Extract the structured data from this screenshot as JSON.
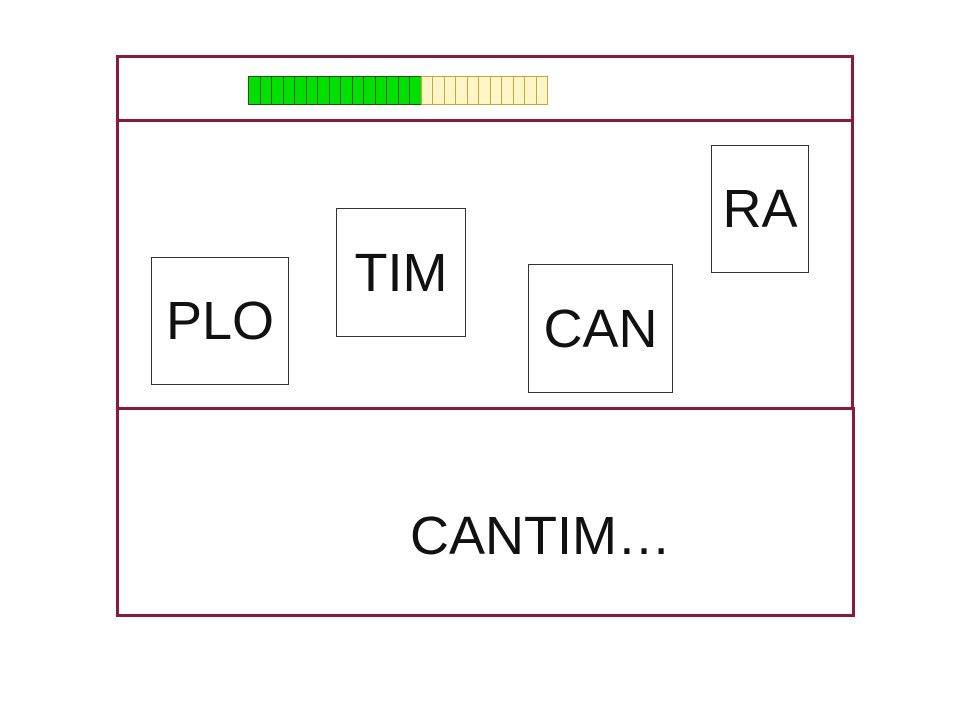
{
  "progress": {
    "filled": 15,
    "total": 26,
    "fraction": 0.577,
    "colors": {
      "filled": "#00e000",
      "empty": "#fff6c8"
    }
  },
  "tiles": [
    {
      "id": "plo",
      "label": "PLO"
    },
    {
      "id": "tim",
      "label": "TIM"
    },
    {
      "id": "can",
      "label": "CAN"
    },
    {
      "id": "ra",
      "label": "RA"
    }
  ],
  "answer": {
    "text": "CANTIM…"
  },
  "colors": {
    "panel_border": "#8b1a3a"
  }
}
